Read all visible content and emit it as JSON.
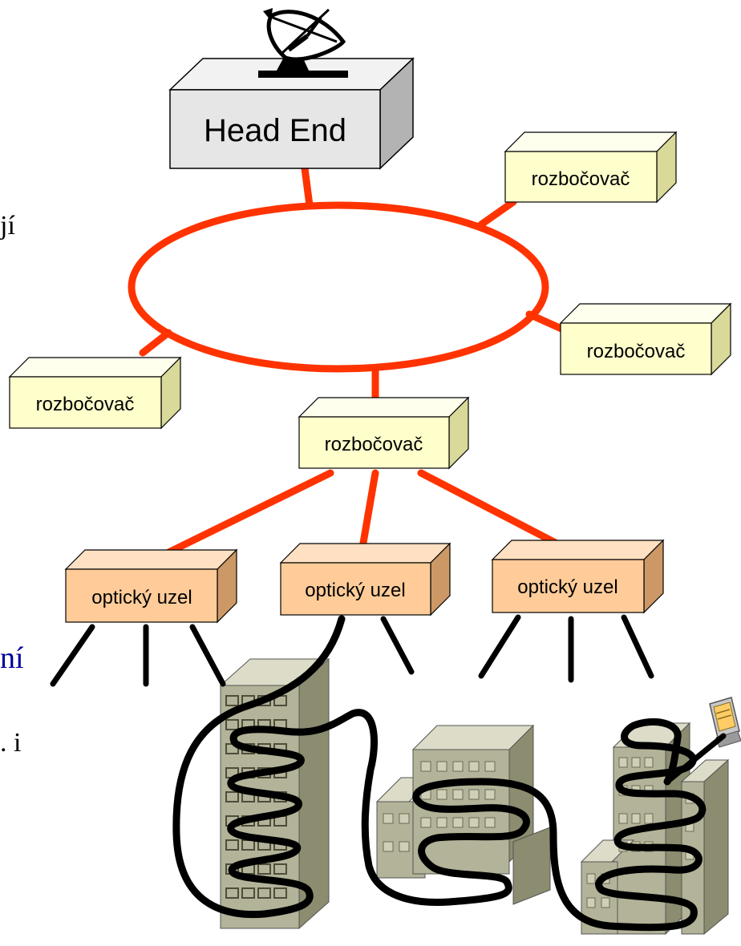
{
  "head_end": {
    "label": "Head End",
    "dish_icon": "satellite-dish-icon"
  },
  "splitters": [
    {
      "id": "splitter-top-right",
      "label": "rozbočovač"
    },
    {
      "id": "splitter-right",
      "label": "rozbočovač"
    },
    {
      "id": "splitter-left",
      "label": "rozbočovač"
    },
    {
      "id": "splitter-center",
      "label": "rozbočovač"
    }
  ],
  "optical_nodes": [
    {
      "id": "optical-node-left",
      "label": "optický uzel"
    },
    {
      "id": "optical-node-center",
      "label": "optický uzel"
    },
    {
      "id": "optical-node-right",
      "label": "optický uzel"
    }
  ],
  "left_text_fragments": [
    "jí",
    "ní",
    ". i"
  ],
  "colors": {
    "fiber_ring": "#ff3300",
    "coax": "#000000",
    "head_end_front": "#e6e6e6",
    "splitter_front": "#ffffcc",
    "node_front": "#ffcc99",
    "building": "#b3b399",
    "fragment_blue": "#000099"
  }
}
